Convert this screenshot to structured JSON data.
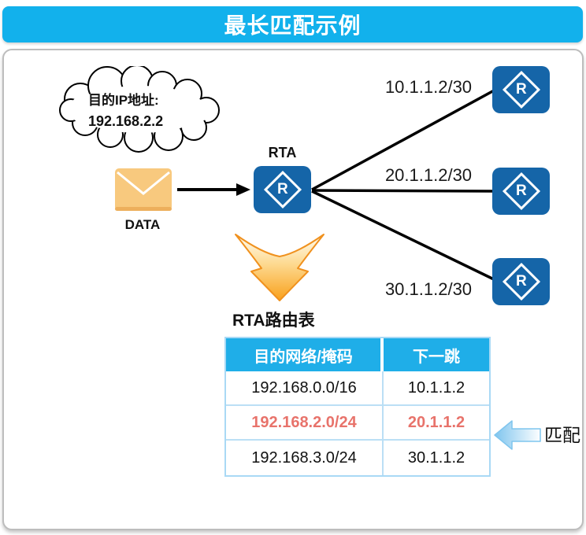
{
  "title": "最长匹配示例",
  "cloud": {
    "line1": "目的IP地址:",
    "line2": "192.168.2.2"
  },
  "packet": {
    "label": "DATA"
  },
  "router_rta": {
    "label": "RTA"
  },
  "icons": {
    "router_letter": "R"
  },
  "links": [
    {
      "label": "10.1.1.2/30"
    },
    {
      "label": "20.1.1.2/30"
    },
    {
      "label": "30.1.1.2/30"
    }
  ],
  "route_table": {
    "title": "RTA路由表",
    "headers": [
      "目的网络/掩码",
      "下一跳"
    ],
    "rows": [
      {
        "network": "192.168.0.0/16",
        "next_hop": "10.1.1.2"
      },
      {
        "network": "192.168.2.0/24",
        "next_hop": "20.1.1.2"
      },
      {
        "network": "192.168.3.0/24",
        "next_hop": "30.1.1.2"
      }
    ]
  },
  "match": {
    "label": "匹配"
  },
  "colors": {
    "accent_cyan": "#12B1EC",
    "table_header_cyan": "#1FAEE8",
    "router_blue": "#1565A8",
    "highlight_red": "#E8736B",
    "envelope_orange": "#F8C97E",
    "table_border_blue": "#A9D9F5",
    "flow_arrow_orange": "#F9A01B",
    "match_arrow_blue": "#7FC5EE"
  }
}
